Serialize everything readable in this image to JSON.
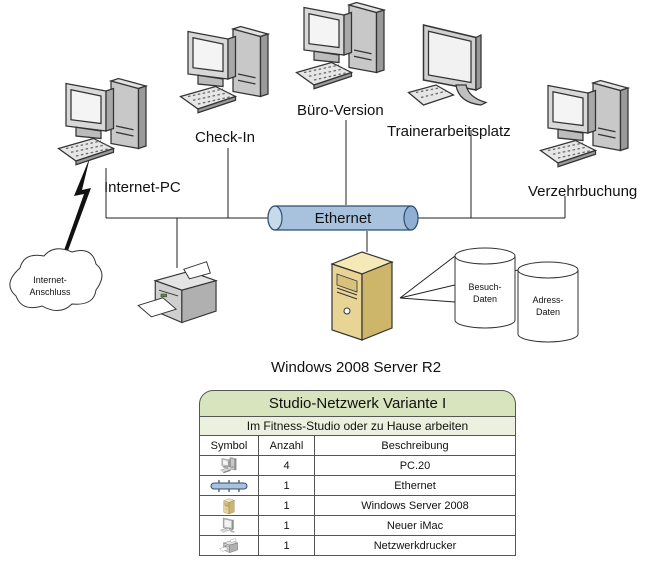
{
  "nodes": {
    "internet_pc": "Internet-PC",
    "checkin": "Check-In",
    "buero": "Büro-Version",
    "trainer": "Trainerarbeitsplatz",
    "verzehr": "Verzehrbuchung",
    "ethernet": "Ethernet",
    "server": "Windows 2008 Server R2"
  },
  "cloud": {
    "line1": "Internet-",
    "line2": "Anschluss"
  },
  "databases": {
    "besuch": {
      "line1": "Besuch-",
      "line2": "Daten"
    },
    "adress": {
      "line1": "Adress-",
      "line2": "Daten"
    }
  },
  "legend": {
    "title": "Studio-Netzwerk Variante I",
    "subtitle": "Im Fitness-Studio oder zu Hause arbeiten",
    "headers": {
      "symbol": "Symbol",
      "count": "Anzahl",
      "desc": "Beschreibung"
    },
    "rows": [
      {
        "icon": "pc-icon",
        "count": "4",
        "desc": "PC.20"
      },
      {
        "icon": "ethernet-icon",
        "count": "1",
        "desc": "Ethernet"
      },
      {
        "icon": "server-icon",
        "count": "1",
        "desc": "Windows Server 2008"
      },
      {
        "icon": "imac-icon",
        "count": "1",
        "desc": "Neuer iMac"
      },
      {
        "icon": "printer-icon",
        "count": "1",
        "desc": "Netzwerkdrucker"
      }
    ]
  }
}
